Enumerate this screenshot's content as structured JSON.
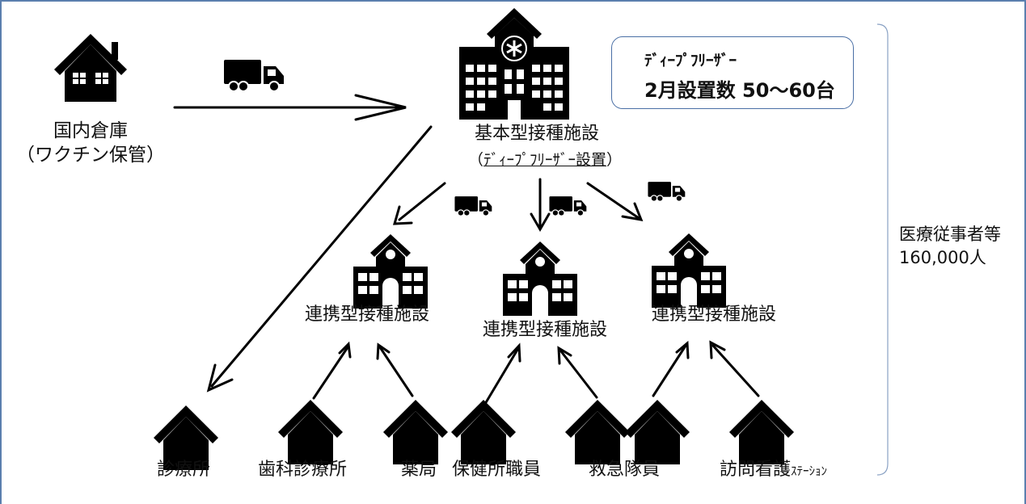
{
  "warehouse": {
    "name": "国内倉庫",
    "note": "（ワクチン保管）"
  },
  "hub": {
    "name": "基本型接種施設",
    "note_open": "（",
    "note_main": "ﾃﾞｨｰﾌﾟﾌﾘｰｻﾞｰ設置",
    "note_close": "）"
  },
  "callout": {
    "line1": "ﾃﾞｨｰﾌﾟﾌﾘｰｻﾞｰ",
    "line2": "2月設置数 50～60台"
  },
  "satellites": [
    {
      "name": "連携型接種施設"
    },
    {
      "name": "連携型接種施設"
    },
    {
      "name": "連携型接種施設"
    }
  ],
  "endpoints": [
    {
      "name": "診療所"
    },
    {
      "name": "歯科診療所"
    },
    {
      "name": "薬局"
    },
    {
      "name": "保健所職員"
    },
    {
      "name": "救急隊員"
    },
    {
      "name": "訪問看護",
      "suffix": "ｽﾃｰｼｮﾝ"
    }
  ],
  "target": {
    "label": "医療従事者等",
    "count": "160,000人"
  },
  "icons": {
    "house": "house-icon",
    "truck": "truck-icon",
    "hospital": "hospital-icon",
    "school": "facility-icon"
  }
}
